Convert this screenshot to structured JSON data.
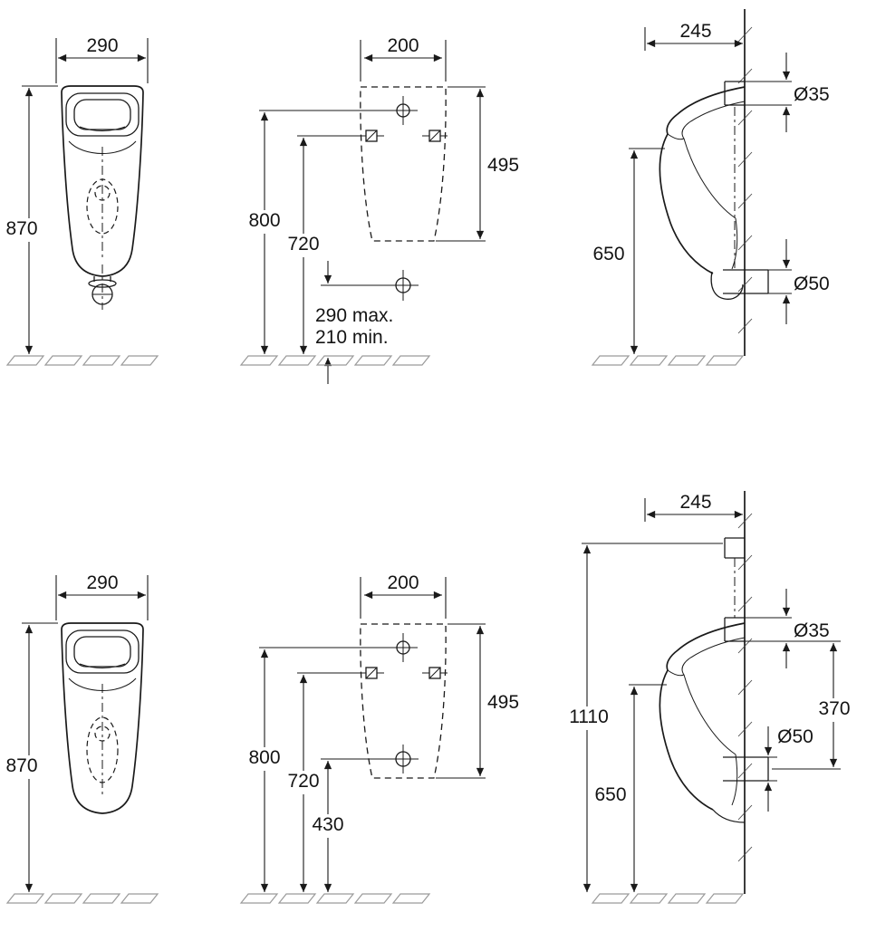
{
  "colors": {
    "line": "#1a1a1a",
    "floor": "#9a9a9a",
    "background": "#ffffff"
  },
  "top_variant": {
    "front": {
      "width": "290",
      "height": "870"
    },
    "mounting": {
      "bolt_spacing": "200",
      "body_height": "495",
      "inlet_height": "800",
      "fixing_height": "720",
      "outlet_max": "290 max.",
      "outlet_min": "210 min."
    },
    "side": {
      "depth": "245",
      "inlet_diameter": "Ø35",
      "outlet_diameter": "Ø50",
      "rim_height": "650"
    }
  },
  "bottom_variant": {
    "front": {
      "width": "290",
      "height": "870"
    },
    "mounting": {
      "bolt_spacing": "200",
      "body_height": "495",
      "inlet_height": "800",
      "fixing_height": "720",
      "outlet_height": "430"
    },
    "side": {
      "depth": "245",
      "total_height": "1110",
      "inlet_diameter": "Ø35",
      "inlet_to_outlet": "370",
      "outlet_diameter": "Ø50",
      "rim_height": "650"
    }
  }
}
